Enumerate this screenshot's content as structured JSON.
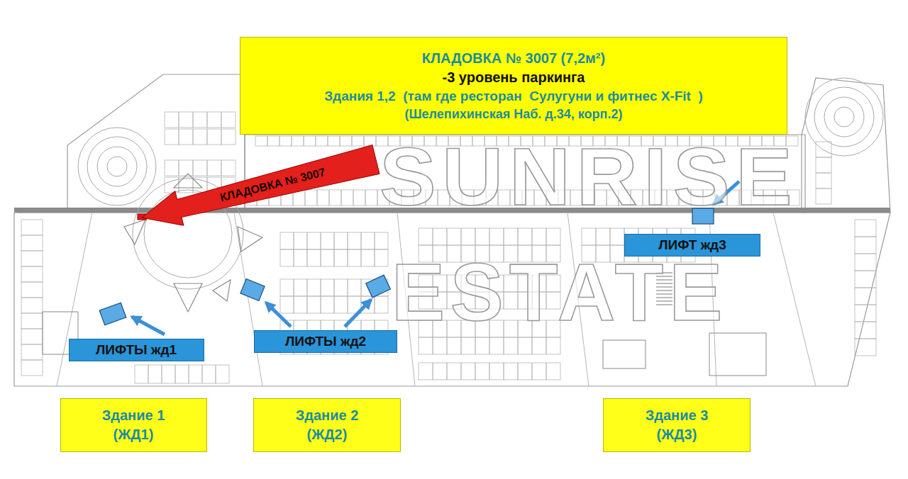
{
  "diagram": {
    "nodes": [
      {
        "text": [
          "КЛАДОВКА № 3007 (7,2м²)",
          "-3 уровень паркинга",
          "Здания 1,2  (там где ресторан  Сулугуни и фитнес X-Fit  )",
          "(Шелепихинская Наб. д.34, корп.2)"
        ]
      },
      {
        "text": [
          "КЛАДОВКА № 3007"
        ]
      },
      {
        "text": [
          "ЛИФТ жд3"
        ]
      },
      {
        "text": [
          "ЛИФТЫ жд2"
        ]
      },
      {
        "text": [
          "ЛИФТЫ жд1"
        ]
      },
      {
        "text": [
          "Здание 1",
          "(ЖД1)"
        ]
      },
      {
        "text": [
          "Здание 2",
          "(ЖД2)"
        ]
      },
      {
        "text": [
          "Здание 3",
          "(ЖД3)"
        ]
      }
    ],
    "labels": [
      "SUNRISE",
      "ESTATE"
    ]
  }
}
